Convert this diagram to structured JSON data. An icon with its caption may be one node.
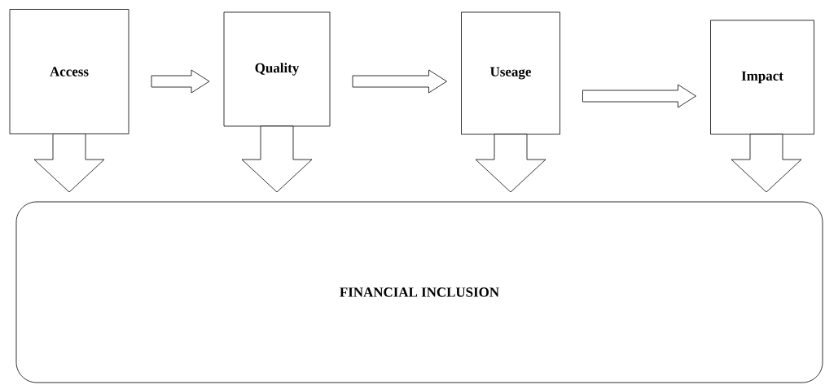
{
  "diagram": {
    "nodes": [
      {
        "text": [
          "Access"
        ]
      },
      {
        "text": [
          "Quality"
        ]
      },
      {
        "text": [
          "Useage"
        ]
      },
      {
        "text": [
          "Impact"
        ]
      },
      {
        "text": [
          "FINANCIAL INCLUSION"
        ]
      }
    ],
    "edges": [
      {
        "from": 0,
        "to": 1,
        "arrow": "to"
      },
      {
        "from": 1,
        "to": 2,
        "arrow": "to"
      },
      {
        "from": 2,
        "to": 3,
        "arrow": "to"
      },
      {
        "from": 0,
        "to": 4,
        "arrow": "to"
      },
      {
        "from": 1,
        "to": 4,
        "arrow": "to"
      },
      {
        "from": 2,
        "to": 4,
        "arrow": "to"
      },
      {
        "from": 3,
        "to": 4,
        "arrow": "to"
      }
    ]
  }
}
